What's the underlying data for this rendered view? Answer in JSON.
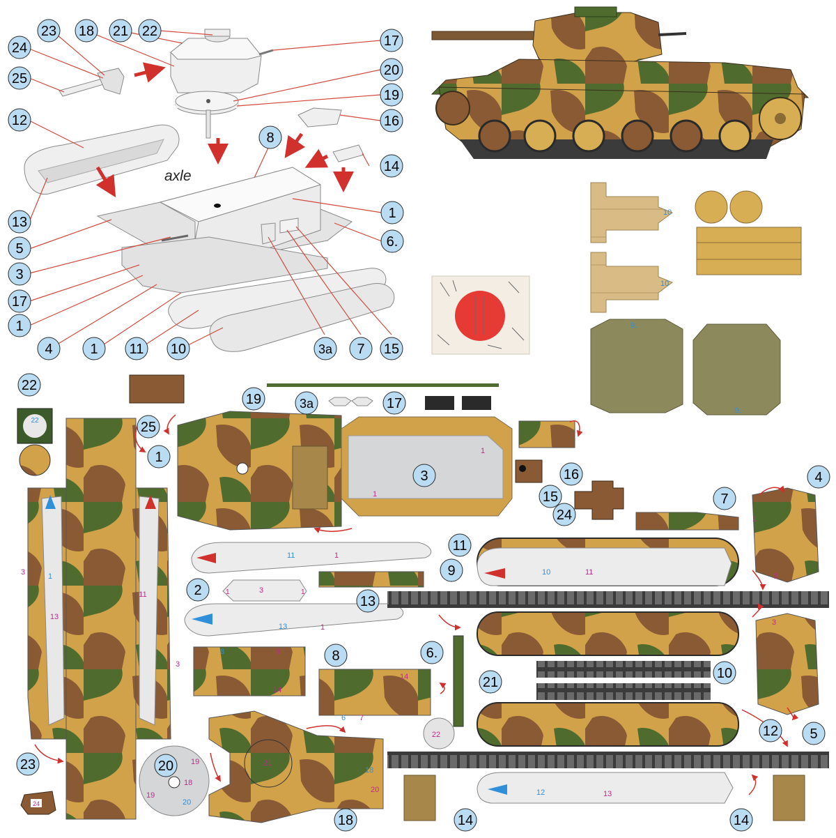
{
  "assembly_labels": {
    "c22": "22",
    "c23": "23",
    "c18": "18",
    "c21": "21",
    "c24": "24",
    "c25": "25",
    "c17": "17",
    "c20": "20",
    "c19": "19",
    "c16": "16",
    "c12": "12",
    "c8": "8",
    "c14": "14",
    "c13": "13",
    "c1a": "1",
    "c5": "5",
    "c6": "6.",
    "c3": "3",
    "c17b": "17",
    "c1b": "1",
    "c4": "4",
    "c1c": "1",
    "c11": "11",
    "c10": "10",
    "c3a": "3a",
    "c7": "7",
    "c15": "15",
    "axle": "axle"
  },
  "sheet_labels": {
    "s22": "22",
    "s25": "25",
    "s19": "19",
    "s3a": "3a",
    "s17": "17",
    "s1": "1",
    "s3": "3",
    "s16": "16",
    "s15": "15",
    "s24": "24",
    "s4": "4",
    "s7": "7",
    "s11": "11",
    "s9": "9",
    "s2": "2",
    "s13": "13",
    "s8": "8",
    "s6": "6.",
    "s21": "21",
    "s10": "10",
    "s12": "12",
    "s5": "5",
    "s20": "20",
    "s23": "23",
    "s18": "18",
    "s14a": "14",
    "s14b": "14"
  },
  "part_marks": {
    "m22": "22",
    "m1a": "1",
    "m13a": "13",
    "m3a": "3",
    "m11a": "11",
    "m3b": "3",
    "m1b": "1",
    "m1c": "1",
    "m11b": "11",
    "m1d": "1",
    "m3c": "3",
    "m1e": "1",
    "m1f": "1",
    "m13b": "13",
    "m1g": "1",
    "m8": "8",
    "m9": "9",
    "m14a": "14",
    "m6": "6",
    "m7": "7",
    "m14b": "14",
    "m10": "10",
    "m11c": "11",
    "m12": "12",
    "m13c": "13",
    "m19a": "19",
    "m18a": "18",
    "m19b": "19",
    "m20a": "20",
    "m21": "21",
    "m18b": "18",
    "m20b": "20",
    "m22b": "22",
    "m24": "24",
    "m3d": "3",
    "m3e": "3",
    "m1h": "1",
    "m1i": "1",
    "box10a": "10",
    "box10b": "10",
    "box9a": "9.",
    "box9b": "9."
  },
  "colors": {
    "callout_fill": "#b9dcf3",
    "callout_stroke": "#2b2b2b",
    "leader_line": "#d14a3c",
    "arrow": "#d0312d",
    "part_white": "#e9e9e9",
    "part_outline": "#7a7a7a",
    "camo_tan": "#d2a24a",
    "camo_brown": "#8a5a35",
    "camo_green": "#4f6b2e",
    "grey_panel": "#d4d6d8",
    "track_dark": "#3b3b3b",
    "box_tan": "#d8bb85",
    "box_olive": "#8c8a5c",
    "mark_blue": "#2f8fd8",
    "mark_pink": "#c0288a",
    "flag_red": "#e53b34"
  }
}
